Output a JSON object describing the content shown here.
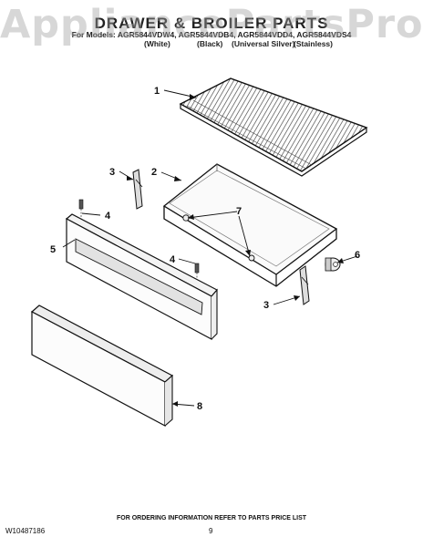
{
  "header": {
    "watermark": "AppliancePartsPros.com",
    "title": "DRAWER & BROILER PARTS",
    "models_line": "For Models: AGR5844VDW4, AGR5844VDB4, AGR5844VDD4, AGR5844VDS4",
    "variants": [
      "(White)",
      "(Black)",
      "(Universal Silver)",
      "(Stainless)"
    ]
  },
  "callouts": {
    "c1": "1",
    "c2": "2",
    "c3a": "3",
    "c3b": "3",
    "c4a": "4",
    "c4b": "4",
    "c5": "5",
    "c6": "6",
    "c7": "7",
    "c8": "8"
  },
  "footer": {
    "ordering_note": "FOR ORDERING INFORMATION REFER TO PARTS PRICE LIST",
    "doc_id": "W10487186",
    "page_number": "9"
  }
}
